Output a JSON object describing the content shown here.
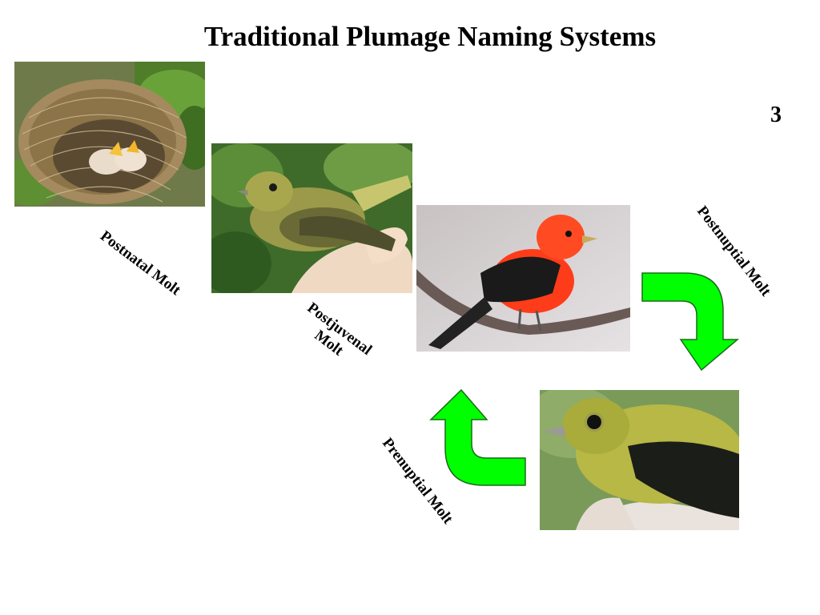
{
  "slide": {
    "title": "Traditional Plumage Naming Systems",
    "page_number": "3"
  },
  "molts": {
    "postnatal": "Postnatal Molt",
    "postjuvenal_line1": "Postjuvenal",
    "postjuvenal_line2": "Molt",
    "postnuptial": "Postnuptial Molt",
    "prenuptial": "Prenuptial Molt"
  },
  "colors": {
    "arrow_fill": "#00ff00",
    "arrow_stroke": "#1a6b1a",
    "breeding_male_red": "#ff3c1a",
    "wing_black": "#1a1a1a",
    "winter_olive": "#a8a83a",
    "juvenile_olive": "#8c8c3c"
  },
  "photos": [
    {
      "icon": "nestling-photo-icon"
    },
    {
      "icon": "juvenile-bird-photo-icon"
    },
    {
      "icon": "breeding-male-photo-icon"
    },
    {
      "icon": "winter-bird-photo-icon"
    }
  ],
  "arrows": [
    {
      "icon": "curved-arrow-down-icon"
    },
    {
      "icon": "curved-arrow-up-icon"
    }
  ]
}
